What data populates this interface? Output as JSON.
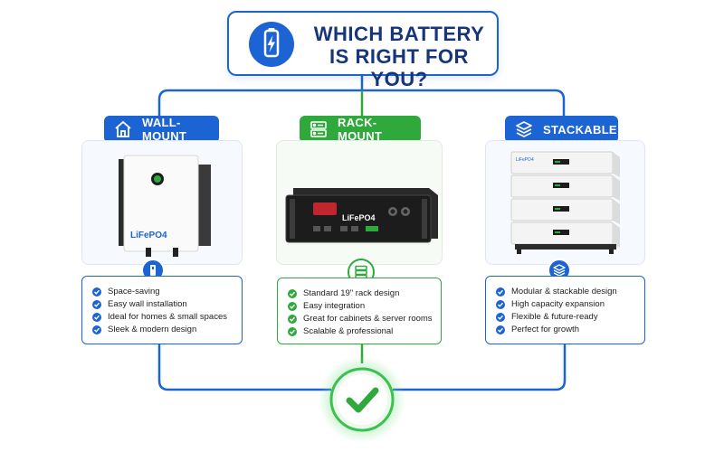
{
  "header": {
    "title_line1": "WHICH BATTERY",
    "title_line2": "IS RIGHT FOR YOU?",
    "icon": "battery-bolt-icon"
  },
  "colors": {
    "blue": "#1c63d3",
    "green": "#2fa83c",
    "navy": "#16357a"
  },
  "options": [
    {
      "label": "WALL-MOUNT",
      "icon": "house-icon",
      "node_icon": "wall-unit-icon",
      "product_brand": "LiFePO4",
      "features": [
        "Space-saving",
        "Easy wall installation",
        "Ideal for homes & small spaces",
        "Sleek & modern design"
      ]
    },
    {
      "label": "RACK-MOUNT",
      "icon": "server-rack-icon",
      "node_icon": "server-rack-icon",
      "product_brand": "LiFePO4",
      "features": [
        "Standard 19\" rack design",
        "Easy integration",
        "Great for cabinets & server rooms",
        "Scalable & professional"
      ]
    },
    {
      "label": "STACKABLE",
      "icon": "layers-icon",
      "node_icon": "layers-icon",
      "product_brand": "LiFePO4",
      "features": [
        "Modular & stackable design",
        "High capacity expansion",
        "Flexible & future-ready",
        "Perfect for growth"
      ]
    }
  ],
  "footer": {
    "icon": "checkmark-icon"
  }
}
